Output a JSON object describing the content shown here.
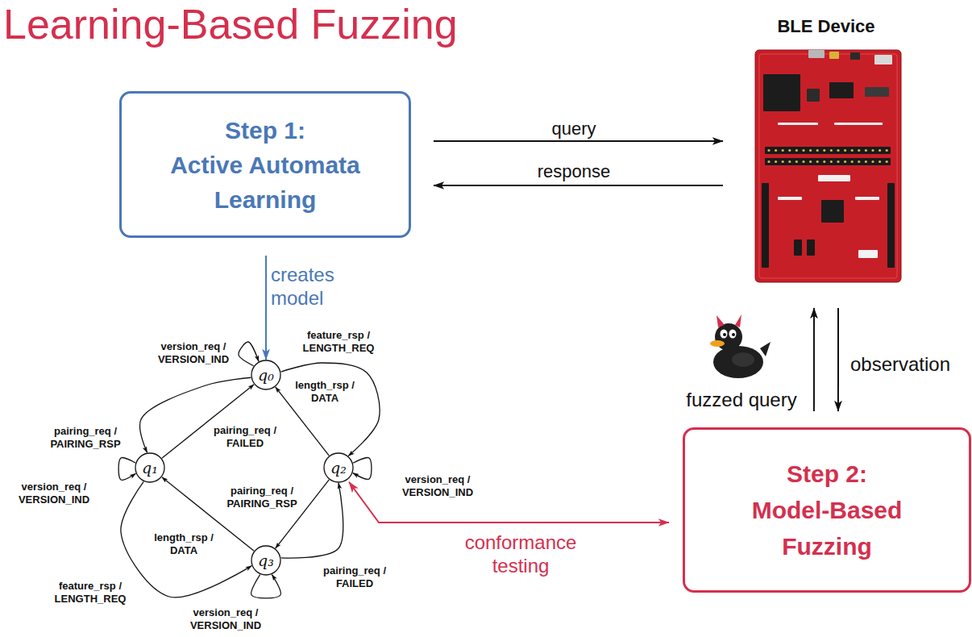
{
  "diagram": {
    "title": "Learning-Based Fuzzing",
    "nodes": [
      {
        "text": [
          "Step 1:",
          "Active Automata Learning"
        ]
      },
      {
        "text": [
          "BLE Device"
        ]
      },
      {
        "text": [
          "q₀"
        ]
      },
      {
        "text": [
          "q₁"
        ]
      },
      {
        "text": [
          "q₂"
        ]
      },
      {
        "text": [
          "q₃"
        ]
      },
      {
        "text": [
          "Step 2:",
          "Model-Based Fuzzing"
        ]
      }
    ],
    "edges": [
      {
        "from": 0,
        "to": 1,
        "arrow": "to",
        "label": "query"
      },
      {
        "from": 1,
        "to": 0,
        "arrow": "to",
        "label": "response"
      },
      {
        "from": 0,
        "to": 2,
        "arrow": "to",
        "label": "creates model"
      },
      {
        "from": 2,
        "to": 2,
        "arrow": "to",
        "label": "version_req / VERSION_IND"
      },
      {
        "from": 2,
        "to": 4,
        "arrow": "to",
        "label": "feature_rsp / LENGTH_REQ"
      },
      {
        "from": 4,
        "to": 2,
        "arrow": "to",
        "label": "length_rsp / DATA"
      },
      {
        "from": 2,
        "to": 3,
        "arrow": "to",
        "label": "pairing_req / PAIRING_RSP"
      },
      {
        "from": 3,
        "to": 2,
        "arrow": "to",
        "label": "pairing_req / FAILED"
      },
      {
        "from": 3,
        "to": 3,
        "arrow": "to",
        "label": "version_req / VERSION_IND"
      },
      {
        "from": 4,
        "to": 4,
        "arrow": "to",
        "label": "version_req / VERSION_IND"
      },
      {
        "from": 4,
        "to": 5,
        "arrow": "to",
        "label": "pairing_req / PAIRING_RSP"
      },
      {
        "from": 5,
        "to": 3,
        "arrow": "to",
        "label": "length_rsp / DATA"
      },
      {
        "from": 3,
        "to": 5,
        "arrow": "to",
        "label": "feature_rsp / LENGTH_REQ"
      },
      {
        "from": 5,
        "to": 4,
        "arrow": "to",
        "label": "pairing_req / FAILED"
      },
      {
        "from": 5,
        "to": 5,
        "arrow": "to",
        "label": "version_req / VERSION_IND"
      },
      {
        "from": 6,
        "to": 1,
        "arrow": "to",
        "label": "fuzzed query"
      },
      {
        "from": 1,
        "to": 6,
        "arrow": "to",
        "label": "observation"
      },
      {
        "from": 4,
        "to": 6,
        "arrow": "both",
        "label": "conformance testing"
      }
    ]
  }
}
